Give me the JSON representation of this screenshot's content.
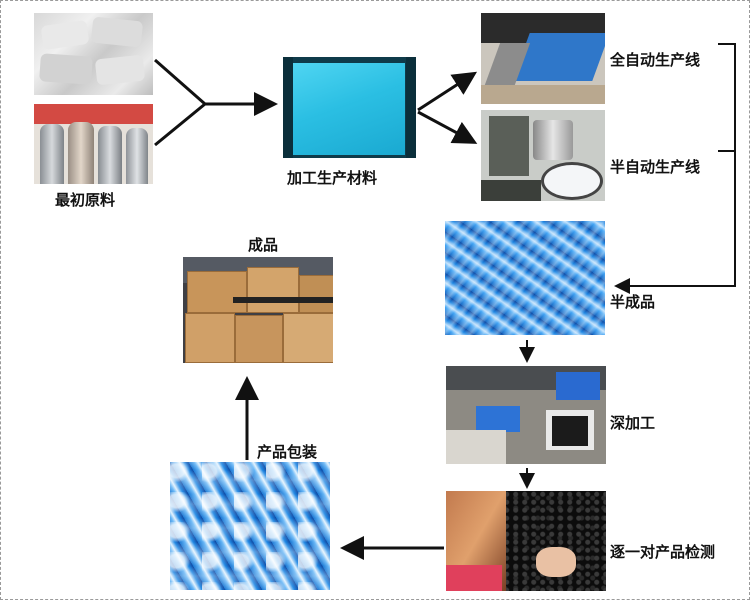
{
  "stages": {
    "raw_materials": "最初原料",
    "processing_material": "加工生产材料",
    "full_auto_line": "全自动生产线",
    "semi_auto_line": "半自动生产线",
    "semi_finished": "半成品",
    "deep_processing": "深加工",
    "inspection": "逐一对产品检测",
    "packaging": "产品包装",
    "finished": "成品"
  },
  "colors": {
    "arrow": "#111111",
    "product_blue": "#1e88e5",
    "sheet_cyan": "#29c4e8",
    "carton": "#c89a62"
  }
}
